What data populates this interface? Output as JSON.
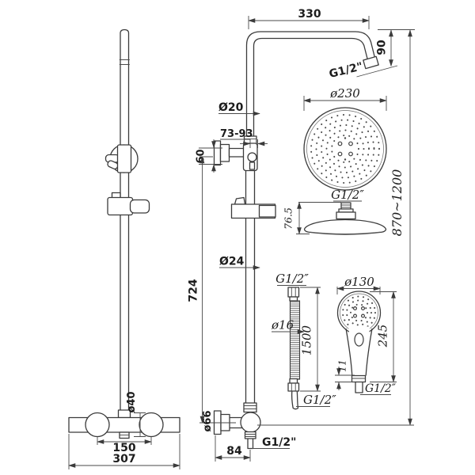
{
  "drawing": {
    "front_view": {
      "knob_spacing": "150",
      "valve_width": "307",
      "knob_diameter": "ø40"
    },
    "side_view": {
      "arm_reach": "330",
      "arm_drop": "90",
      "arm_thread": "G1/2\"",
      "upper_pipe_diameter": "Ø20",
      "bracket_range": "73-93",
      "bracket_height": "60",
      "lower_pipe_diameter": "Ø24",
      "lower_pipe_length": "724",
      "flange_diameter": "ø66",
      "outlet_offset": "84",
      "outlet_thread": "G1/2\""
    },
    "overall_height": "870~1200",
    "head_shower": {
      "diameter": "ø230",
      "thread": "G1/2″",
      "height": "76.5"
    },
    "hose": {
      "top_thread": "G1/2″",
      "diameter": "ø16",
      "length": "1500",
      "bottom_thread": "G1/2″"
    },
    "hand_shower": {
      "diameter": "ø130",
      "length": "245",
      "nut_height": "11",
      "thread": "G1/2″"
    }
  }
}
